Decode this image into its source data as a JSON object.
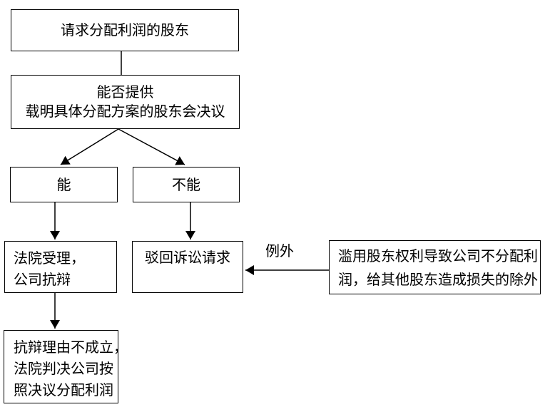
{
  "nodes": {
    "request": {
      "lines": [
        "请求分配利润的股东"
      ]
    },
    "question": {
      "lines": [
        "能否提供",
        "载明具体分配方案的股东会决议"
      ]
    },
    "yes": {
      "lines": [
        "能"
      ]
    },
    "no": {
      "lines": [
        "不能"
      ]
    },
    "court": {
      "lines": [
        "法院受理，",
        "公司抗辩"
      ]
    },
    "dismiss": {
      "lines": [
        "驳回诉讼请求"
      ]
    },
    "judgment": {
      "lines": [
        "抗辩理由不成立，",
        "法院判决公司按",
        "照决议分配利润"
      ]
    },
    "exception": {
      "lines": [
        "滥用股东权利导致公司不分配利",
        "润，给其他股东造成损失的除外"
      ]
    }
  },
  "edge_labels": {
    "exception": "例外"
  },
  "edges": [
    {
      "from": "request",
      "to": "question",
      "arrowhead": false
    },
    {
      "from": "question",
      "to": "yes",
      "arrowhead": true
    },
    {
      "from": "question",
      "to": "no",
      "arrowhead": true
    },
    {
      "from": "yes",
      "to": "court",
      "arrowhead": true
    },
    {
      "from": "no",
      "to": "dismiss",
      "arrowhead": true
    },
    {
      "from": "court",
      "to": "judgment",
      "arrowhead": true
    },
    {
      "from": "exception",
      "to": "dismiss",
      "arrowhead": true,
      "label": "例外"
    }
  ],
  "colors": {
    "background": "#ffffff",
    "line": "#000000",
    "text": "#000000"
  }
}
